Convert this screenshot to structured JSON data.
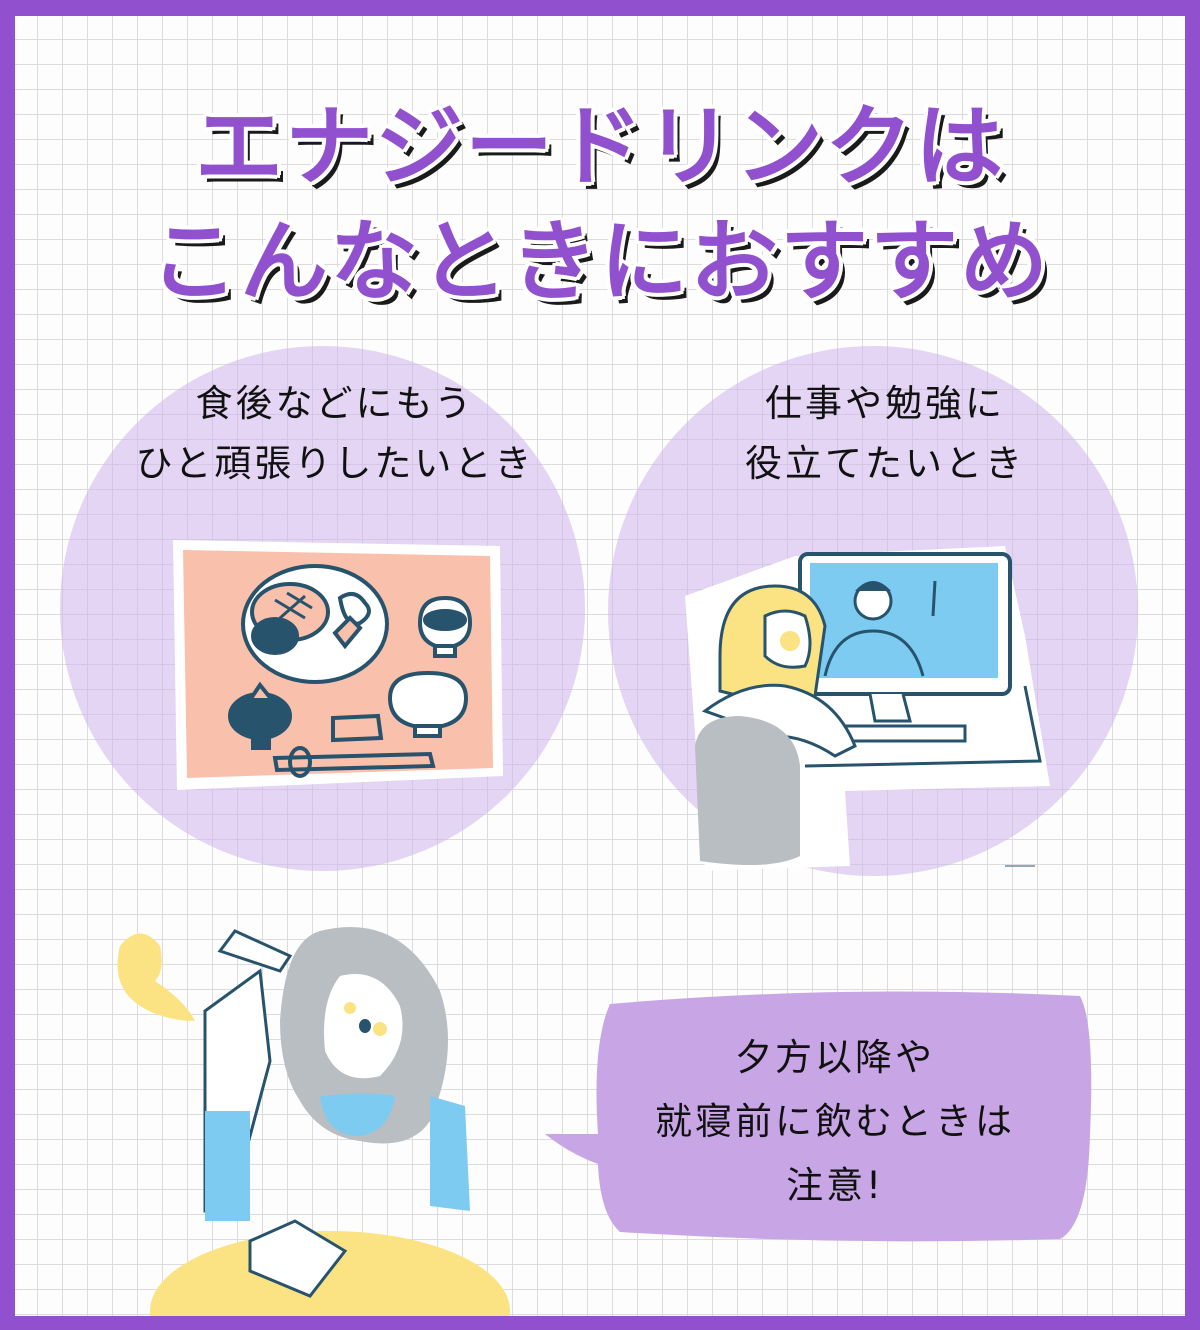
{
  "page": {
    "title_line1": "エナジードリンクは",
    "title_line2": "こんなときにおすすめ",
    "accent_color": "#9150ce",
    "circle_color": "#e2d6f1",
    "bubble_color": "#c8a6e6"
  },
  "scenes": [
    {
      "line1": "食後などにもう",
      "line2": "ひと頑張りしたいとき",
      "illustration": "japanese-meal-tray-illustration"
    },
    {
      "line1": "仕事や勉強に",
      "line2": "役立てたいとき",
      "illustration": "online-lesson-at-computer-illustration"
    }
  ],
  "warning": {
    "line1": "夕方以降や",
    "line2": "就寝前に飲むときは",
    "line3": "注意!",
    "illustration": "yawning-woman-with-book-illustration"
  }
}
